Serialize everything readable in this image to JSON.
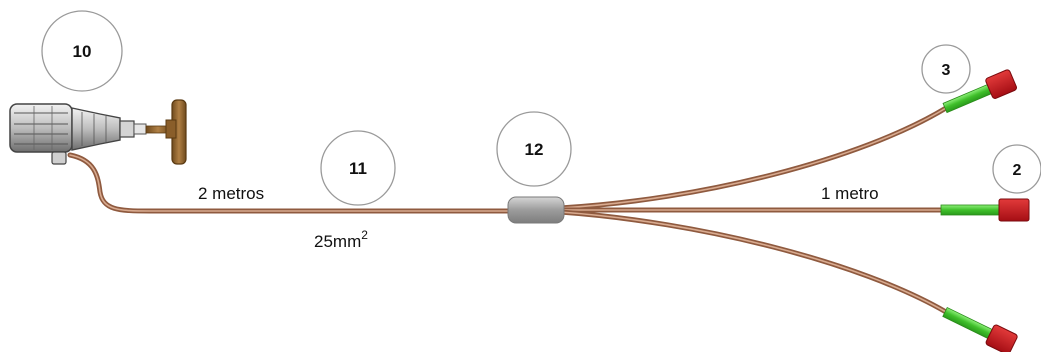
{
  "callouts": {
    "bottle": "10",
    "main_cable": "11",
    "splitter": "12",
    "upper_branch": "3",
    "middle_branch": "2"
  },
  "labels": {
    "main_length": "2 metros",
    "section": "25mm",
    "section_exp": "2",
    "branch_length": "1 metro"
  },
  "colors": {
    "copper": "#b0765a",
    "copper_light": "#d9ab90",
    "splitter": "#a9a9a9",
    "sleeve_green": "#3fbf2a",
    "terminal_red": "#c8161e",
    "valve_brass": "#9a6a2c",
    "callout_border": "#9a9a9a"
  }
}
